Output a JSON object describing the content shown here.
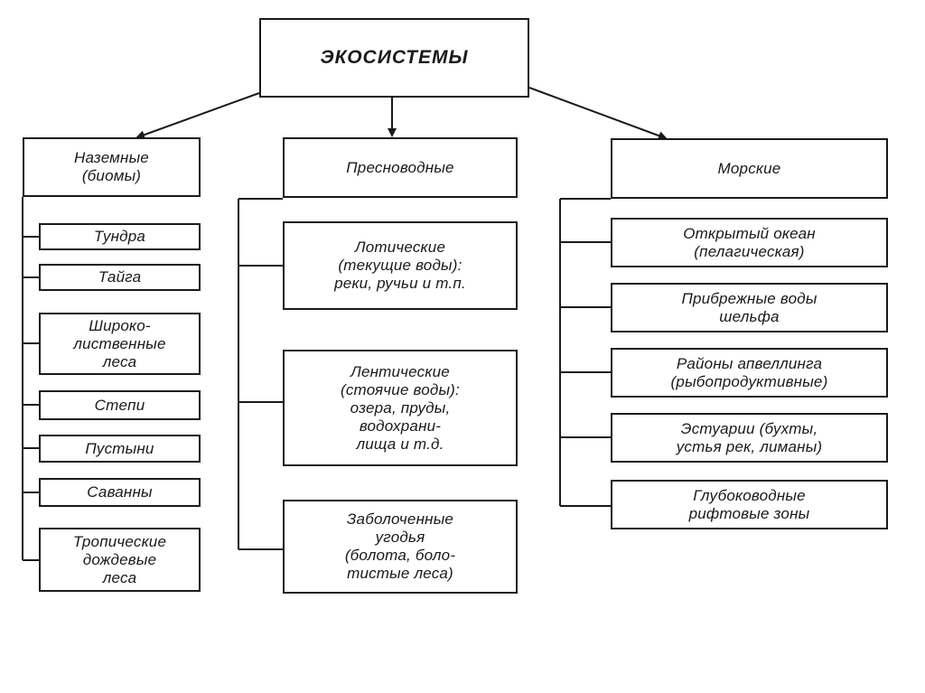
{
  "diagram": {
    "root": {
      "label": "ЭКОСИСТЕМЫ"
    },
    "categories": [
      {
        "title": "Наземные\n(биомы)",
        "items": [
          "Тундра",
          "Тайга",
          "Широко-\nлиственные\nлеса",
          "Степи",
          "Пустыни",
          "Саванны",
          "Тропические\nдождевые\nлеса"
        ]
      },
      {
        "title": "Пресноводные",
        "items": [
          "Лотические\n(текущие воды):\nреки, ручьи и т.п.",
          "Лентические\n(стоячие воды):\nозера, пруды,\nводохрани-\nлища и т.д.",
          "Заболоченные\nугодья\n(болота, боло-\nтистые леса)"
        ]
      },
      {
        "title": "Морские",
        "items": [
          "Открытый океан\n(пелагическая)",
          "Прибрежные воды\nшельфа",
          "Районы апвеллинга\n(рыбопродуктивные)",
          "Эстуарии (бухты,\nустья рек, лиманы)",
          "Глубоководные\nрифтовые зоны"
        ]
      }
    ]
  }
}
